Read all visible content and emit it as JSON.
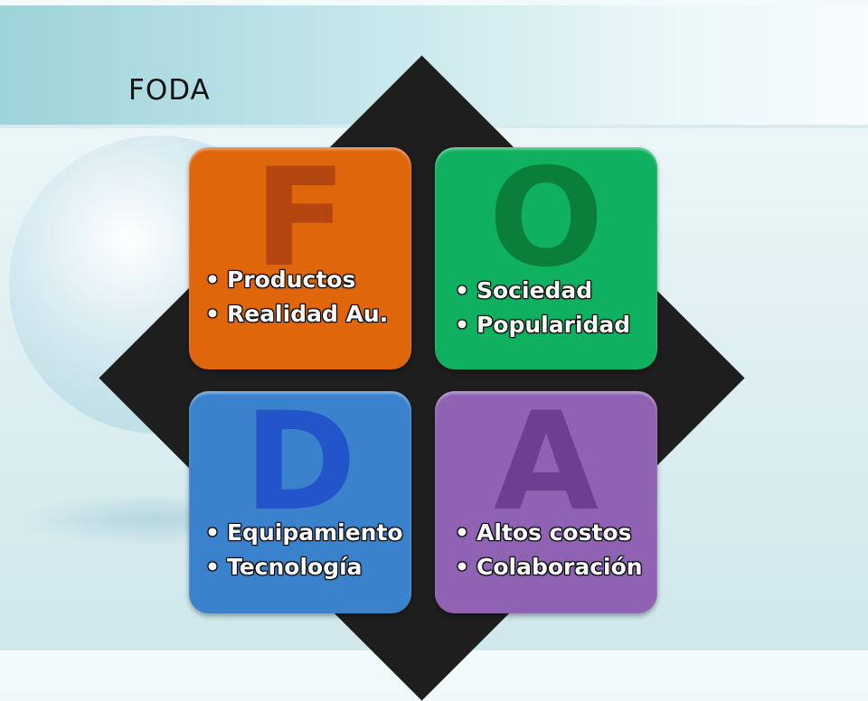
{
  "title": "FODA",
  "quadrants": {
    "f": {
      "letter": "F",
      "items": [
        "Productos",
        "Realidad Au."
      ]
    },
    "o": {
      "letter": "O",
      "items": [
        "Sociedad",
        "Popularidad"
      ]
    },
    "d": {
      "letter": "D",
      "items": [
        "Equipamiento",
        "Tecnología"
      ]
    },
    "a": {
      "letter": "A",
      "items": [
        "Altos costos",
        "Colaboración"
      ]
    }
  },
  "colors": {
    "fortalezas": "#e0660c",
    "oportunidades": "#0fb05f",
    "debilidades": "#3a82cc",
    "amenazas": "#9062b4",
    "diamond": "#1e1e1e"
  }
}
